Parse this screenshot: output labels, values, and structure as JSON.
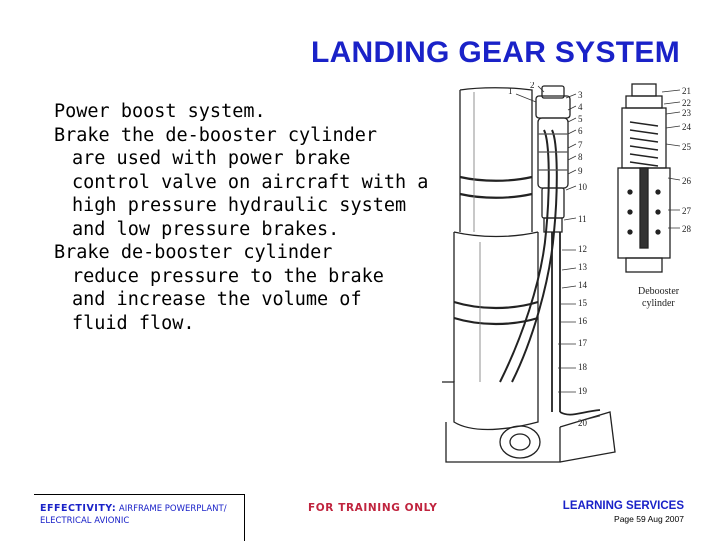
{
  "slide": {
    "title": "LANDING GEAR SYSTEM",
    "body_lines": [
      "Power boost system.",
      "Brake the de-booster cylinder",
      "are used with power brake",
      "control valve on aircraft with a",
      "high pressure hydraulic system",
      "and low pressure brakes.",
      "Brake de-booster cylinder",
      "reduce pressure to the brake",
      "and increase the volume of",
      "fluid flow."
    ]
  },
  "figure": {
    "caption_line1": "Debooster",
    "caption_line2": "cylinder",
    "callouts": [
      "1",
      "2",
      "3",
      "4",
      "5",
      "6",
      "7",
      "8",
      "9",
      "10",
      "11",
      "12",
      "13",
      "14",
      "15",
      "16",
      "17",
      "18",
      "19",
      "20",
      "21",
      "22",
      "23",
      "24",
      "25",
      "26",
      "27",
      "28"
    ]
  },
  "footer": {
    "effectivity_label": "EFFECTIVITY:",
    "effectivity_line1": "AIRFRAME POWERPLANT/",
    "effectivity_line2": "ELECTRICAL AVIONIC",
    "training": "FOR TRAINING ONLY",
    "learning": "LEARNING SERVICES",
    "page_info": "Page 59 Aug 2007"
  }
}
